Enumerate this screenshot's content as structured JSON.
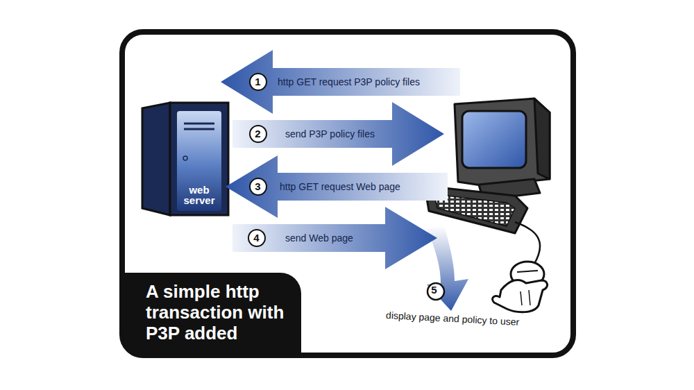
{
  "diagram": {
    "title": "A simple http transaction with P3P added",
    "nodes": [
      {
        "text": [
          "web server"
        ]
      },
      {
        "text": [
          "1",
          "http GET request P3P policy files"
        ]
      },
      {
        "text": [
          "2",
          "send P3P policy files"
        ]
      },
      {
        "text": [
          "3",
          "http GET request Web page"
        ]
      },
      {
        "text": [
          "4",
          "send Web page"
        ]
      }
    ],
    "labels": [
      "5",
      "display page and policy to user"
    ]
  }
}
